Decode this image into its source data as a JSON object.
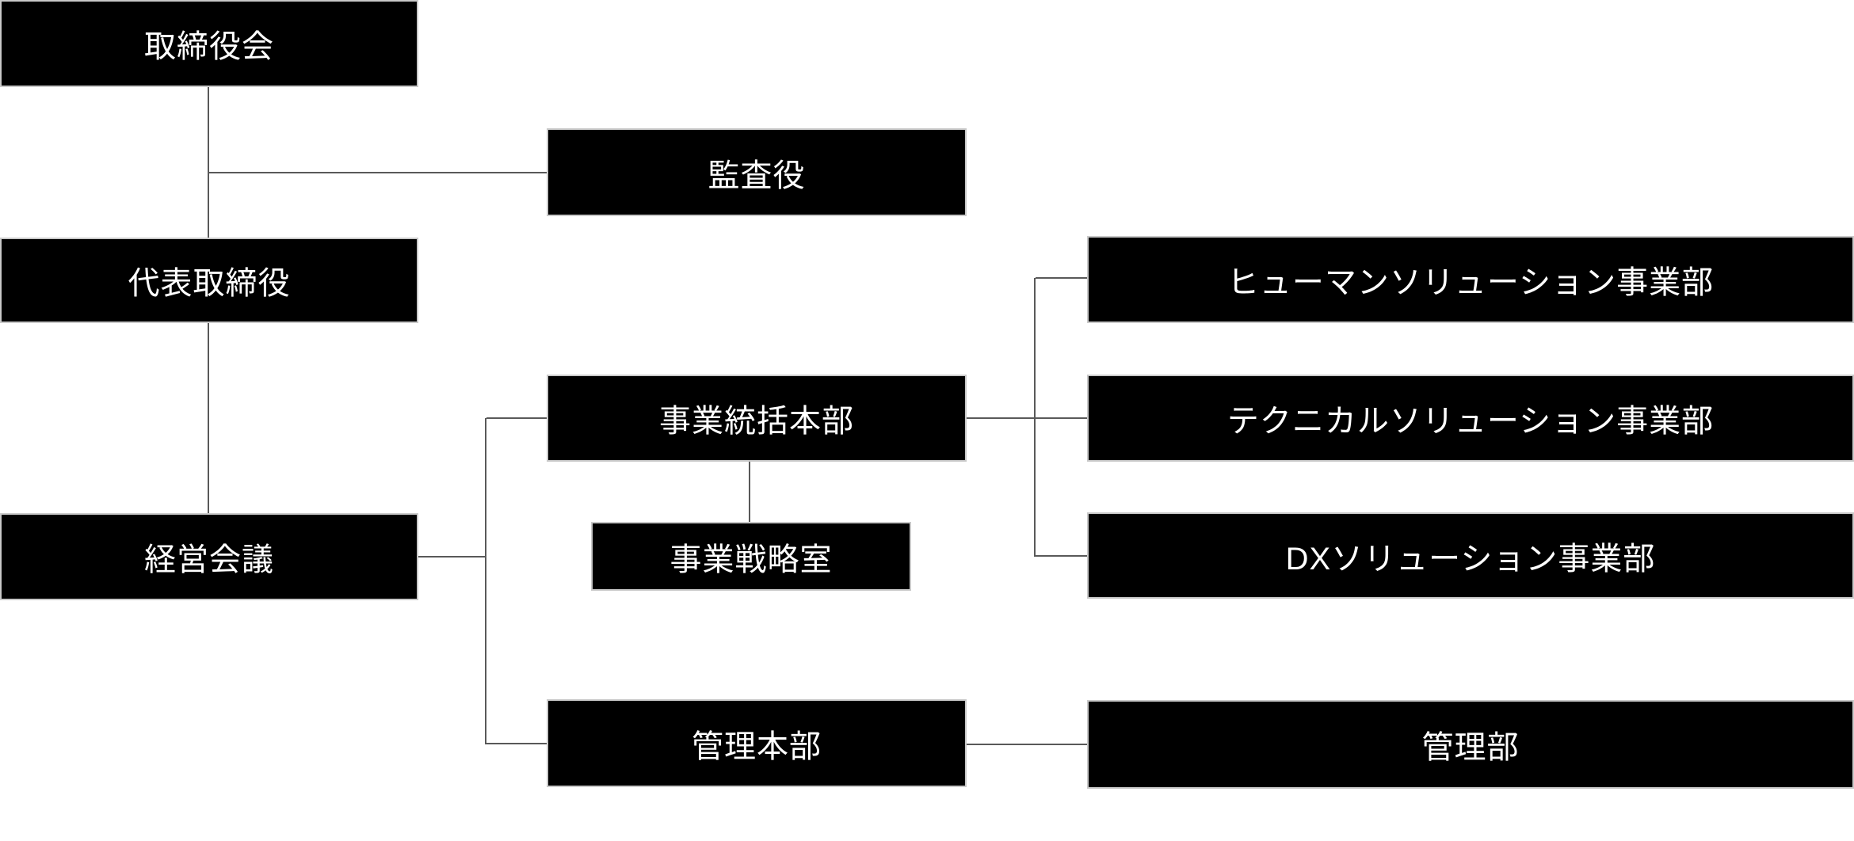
{
  "org_chart": {
    "nodes": [
      {
        "id": "board-of-directors",
        "label": "取締役会"
      },
      {
        "id": "auditor",
        "label": "監査役"
      },
      {
        "id": "representative-director",
        "label": "代表取締役"
      },
      {
        "id": "management-council",
        "label": "経営会議"
      },
      {
        "id": "business-management-hq",
        "label": "事業統括本部"
      },
      {
        "id": "business-strategy-office",
        "label": "事業戦略室"
      },
      {
        "id": "administration-hq",
        "label": "管理本部"
      },
      {
        "id": "human-solution-division",
        "label": "ヒューマンソリューション事業部"
      },
      {
        "id": "technical-solution-division",
        "label": "テクニカルソリューション事業部"
      },
      {
        "id": "dx-solution-division",
        "label": "DXソリューション事業部"
      },
      {
        "id": "administration-department",
        "label": "管理部"
      }
    ],
    "edges": [
      {
        "from": "取締役会",
        "to": "監査役"
      },
      {
        "from": "取締役会",
        "to": "代表取締役"
      },
      {
        "from": "代表取締役",
        "to": "経営会議"
      },
      {
        "from": "経営会議",
        "to": "事業統括本部"
      },
      {
        "from": "経営会議",
        "to": "管理本部"
      },
      {
        "from": "事業統括本部",
        "to": "事業戦略室"
      },
      {
        "from": "事業統括本部",
        "to": "ヒューマンソリューション事業部"
      },
      {
        "from": "事業統括本部",
        "to": "テクニカルソリューション事業部"
      },
      {
        "from": "事業統括本部",
        "to": "DXソリューション事業部"
      },
      {
        "from": "管理本部",
        "to": "管理部"
      }
    ],
    "colors": {
      "node_fill": "#000000",
      "node_border": "#c9c9c9",
      "node_text": "#ffffff",
      "connector": "#595959",
      "background": "#ffffff"
    }
  }
}
